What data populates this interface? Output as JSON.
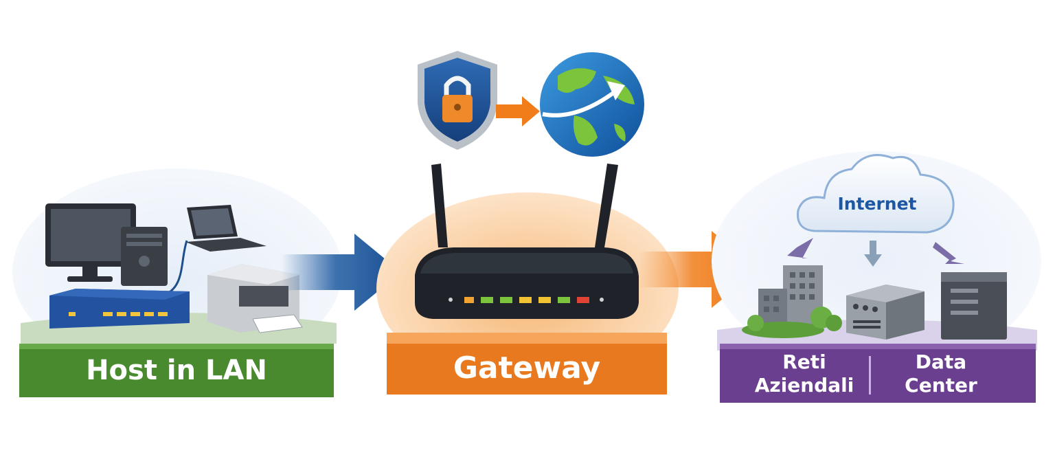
{
  "nodes": {
    "lan": {
      "label": "Host in LAN",
      "color": "#4a8a2e"
    },
    "gateway": {
      "label": "Gateway",
      "color": "#e9791e"
    },
    "destination": {
      "left_line1": "Reti",
      "left_line2": "Aziendali",
      "right_line1": "Data",
      "right_line2": "Center",
      "color": "#6b3f8f"
    },
    "internet": {
      "label": "Internet"
    }
  },
  "icons": [
    "desktop-computer-icon",
    "laptop-icon",
    "tower-pc-icon",
    "switch-icon",
    "printer-icon",
    "router-icon",
    "shield-lock-icon",
    "globe-icon",
    "cloud-icon",
    "office-building-icon",
    "server-icon"
  ],
  "colors": {
    "blue_arrow": "#1d5aa0",
    "orange_arrow": "#f07d1a",
    "router_body": "#1f2329"
  }
}
